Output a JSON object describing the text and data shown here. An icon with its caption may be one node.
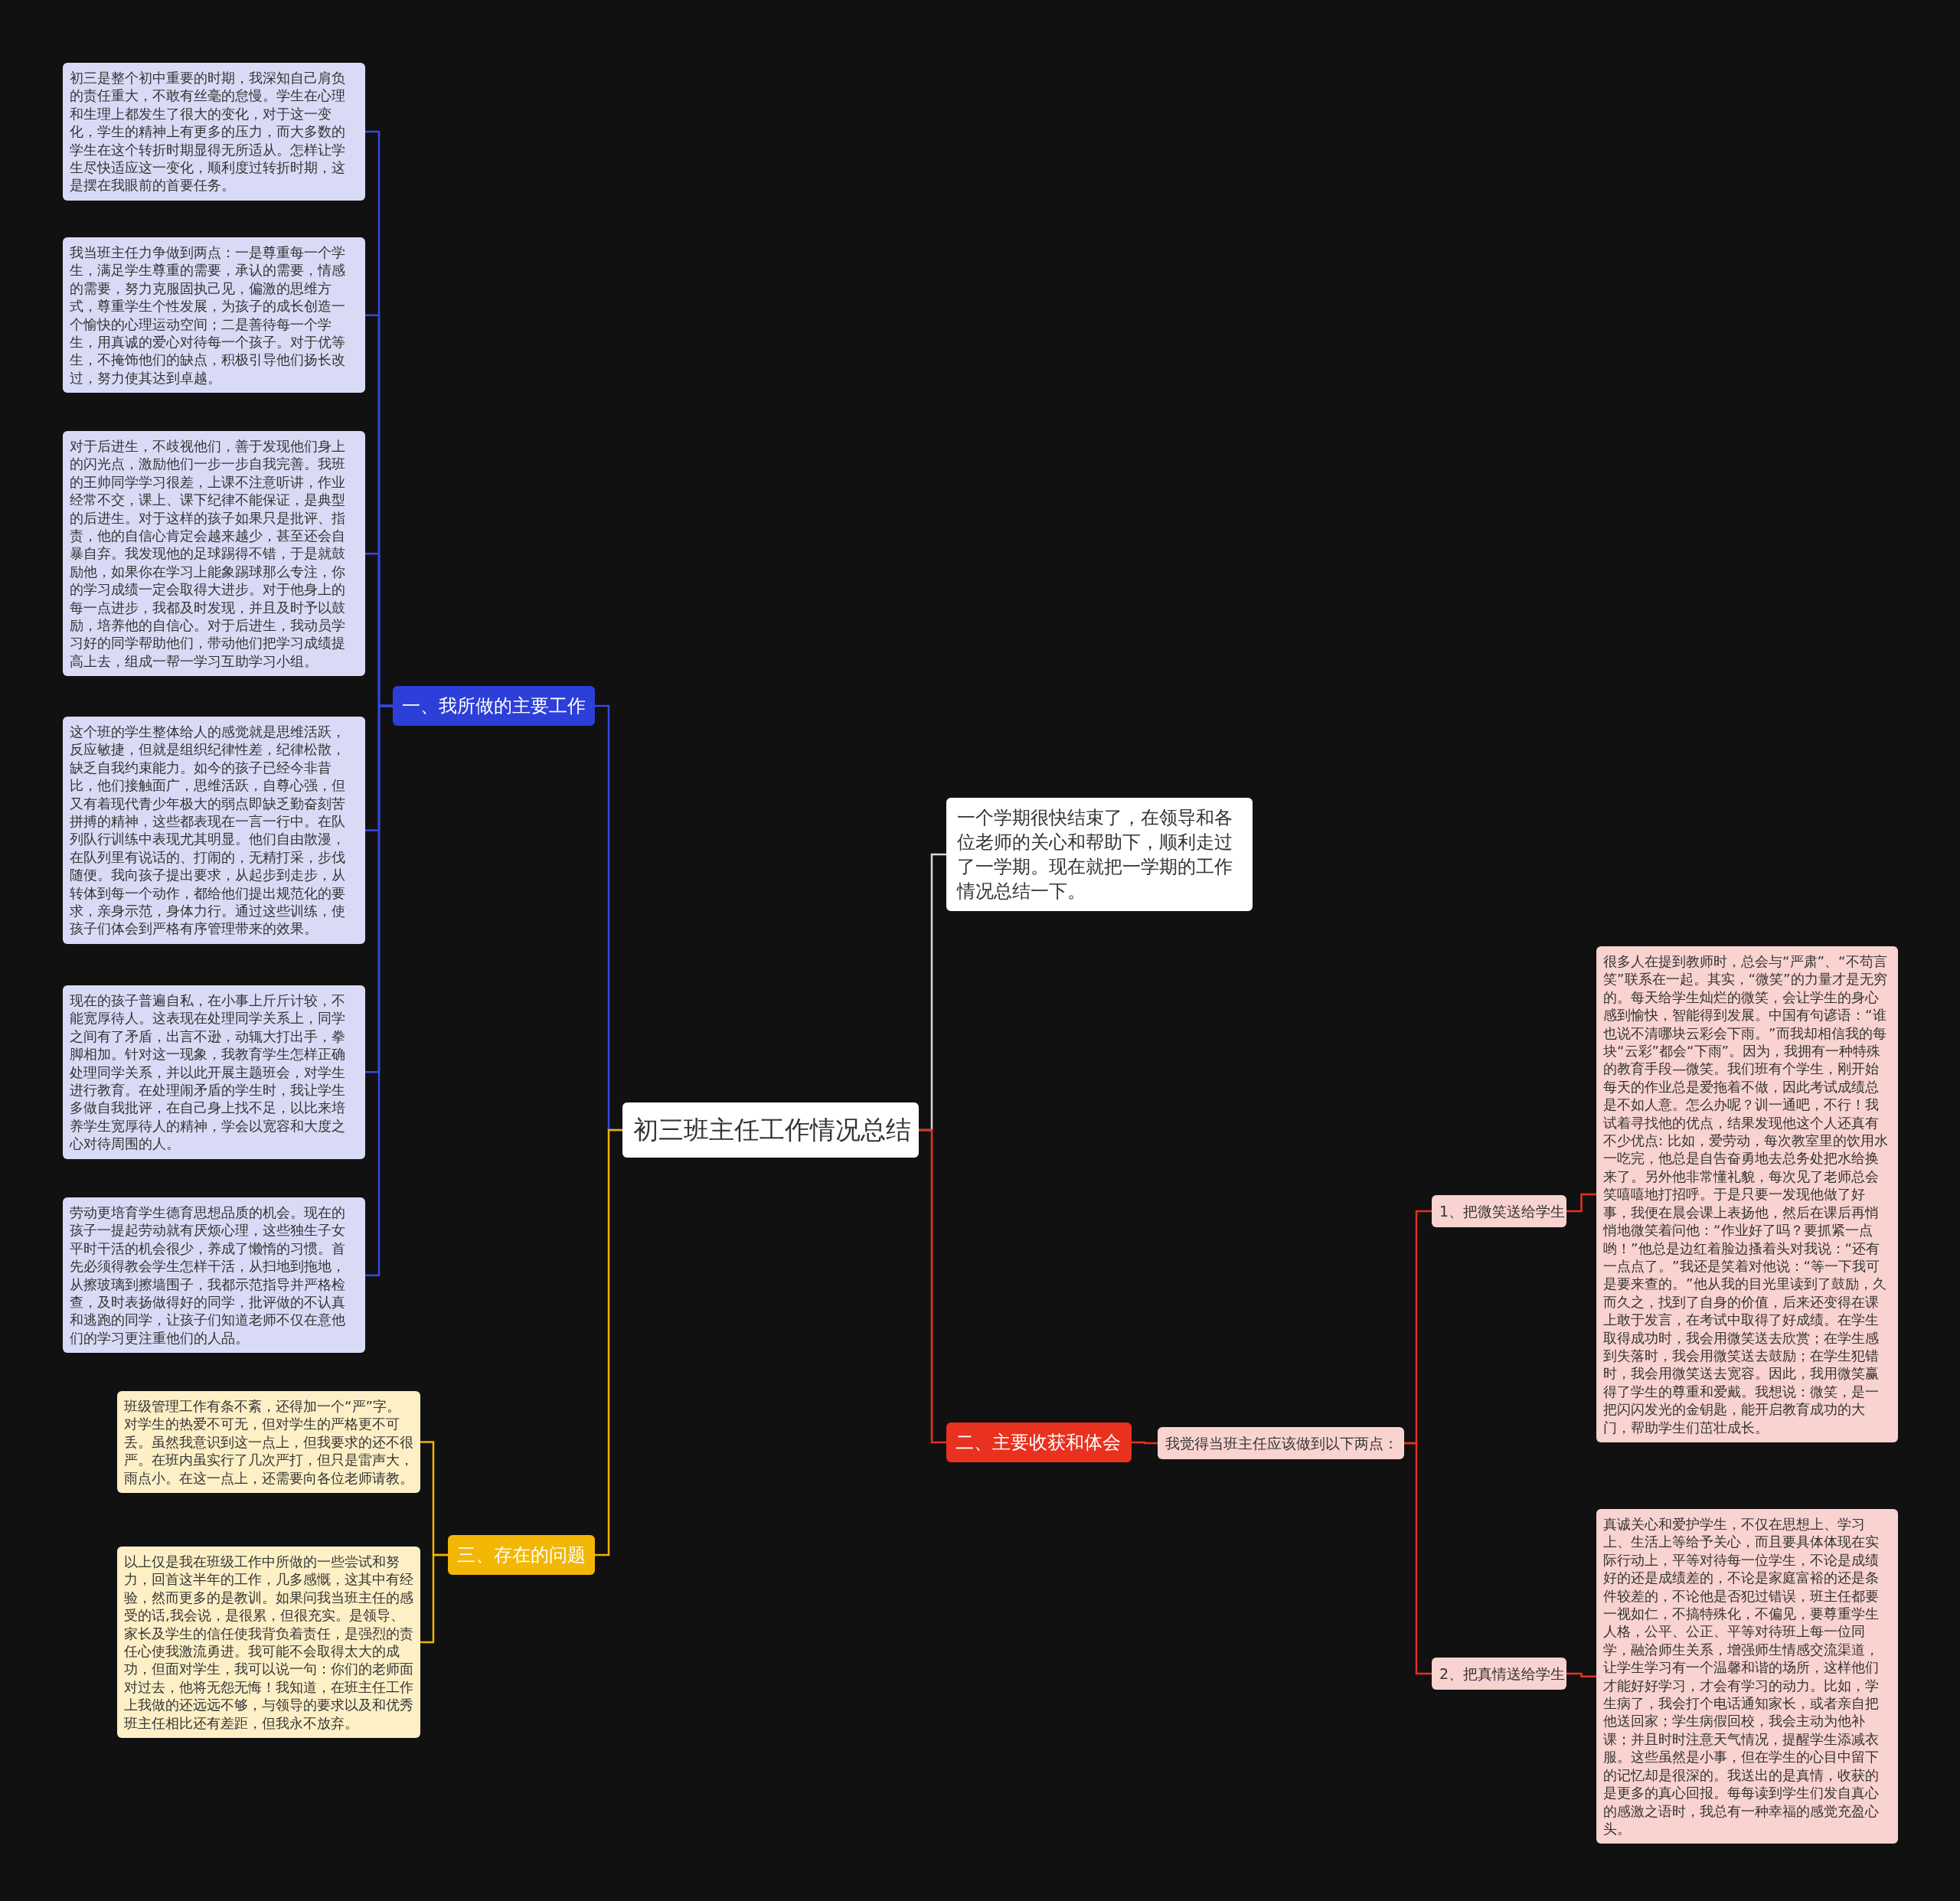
{
  "diagram": {
    "nodes": [
      {
        "text": [
          "初三班主任工作情况总结"
        ]
      },
      {
        "text": [
          "一个学期很快结束了，在领导和各位老师的关心和帮助下，顺利走过了一学期。现在就把一学期的工作情况总结一下。"
        ]
      },
      {
        "text": [
          "一、我所做的主要工作"
        ]
      },
      {
        "text": [
          "初三是整个初中重要的时期，我深知自己肩负的责任重大，不敢有丝毫的怠慢。学生在心理和生理上都发生了很大的变化，对于这一变化，学生的精神上有更多的压力，而大多数的学生在这个转折时期显得无所适从。怎样让学生尽快适应这一变化，顺利度过转折时期，这是摆在我眼前的首要任务。"
        ]
      },
      {
        "text": [
          "我当班主任力争做到两点：一是尊重每一个学生，满足学生尊重的需要，承认的需要，情感的需要，努力克服固执己见，偏激的思维方式，尊重学生个性发展，为孩子的成长创造一个愉快的心理运动空间；二是善待每一个学生，用真诚的爱心对待每一个孩子。对于优等生，不掩饰他们的缺点，积极引导他们扬长改过，努力使其达到卓越。"
        ]
      },
      {
        "text": [
          "对于后进生，不歧视他们，善于发现他们身上的闪光点，激励他们一步一步自我完善。我班的王帅同学学习很差，上课不注意听讲，作业经常不交，课上、课下纪律不能保证，是典型的后进生。对于这样的孩子如果只是批评、指责，他的自信心肯定会越来越少，甚至还会自暴自弃。我发现他的足球踢得不错，于是就鼓励他，如果你在学习上能象踢球那么专注，你的学习成绩一定会取得大进步。对于他身上的每一点进步，我都及时发现，并且及时予以鼓励，培养他的自信心。对于后进生，我动员学习好的同学帮助他们，带动他们把学习成绩提高上去，组成一帮一学习互助学习小组。"
        ]
      },
      {
        "text": [
          "这个班的学生整体给人的感觉就是思维活跃，反应敏捷，但就是组织纪律性差，纪律松散，缺乏自我约束能力。如今的孩子已经今非昔比，他们接触面广，思维活跃，自尊心强，但又有着现代青少年极大的弱点即缺乏勤奋刻苦拼搏的精神，这些都表现在一言一行中。在队列队行训练中表现尤其明显。他们自由散漫，在队列里有说话的、打闹的，无精打采，步伐随便。我向孩子提出要求，从起步到走步，从转体到每一个动作，都给他们提出规范化的要求，亲身示范，身体力行。通过这些训练，使孩子们体会到严格有序管理带来的效果。"
        ]
      },
      {
        "text": [
          "现在的孩子普遍自私，在小事上斤斤计较，不能宽厚待人。这表现在处理同学关系上，同学之间有了矛盾，出言不逊，动辄大打出手，拳脚相加。针对这一现象，我教育学生怎样正确处理同学关系，并以此开展主题班会，对学生进行教育。在处理闹矛盾的学生时，我让学生多做自我批评，在自己身上找不足，以比来培养学生宽厚待人的精神，学会以宽容和大度之心对待周围的人。"
        ]
      },
      {
        "text": [
          "劳动更培育学生德育思想品质的机会。现在的孩子一提起劳动就有厌烦心理，这些独生子女平时干活的机会很少，养成了懒惰的习惯。首先必须得教会学生怎样干活，从扫地到拖地，从擦玻璃到擦墙围子，我都示范指导并严格检查，及时表扬做得好的同学，批评做的不认真和逃跑的同学，让孩子们知道老师不仅在意他们的学习更注重他们的人品。"
        ]
      },
      {
        "text": [
          "二、主要收获和体会"
        ]
      },
      {
        "text": [
          "我觉得当班主任应该做到以下两点："
        ]
      },
      {
        "text": [
          "1、把微笑送给学生"
        ]
      },
      {
        "text": [
          "很多人在提到教师时，总会与“严肃”、“不苟言笑”联系在一起。其实，“微笑”的力量才是无穷的。每天给学生灿烂的微笑，会让学生的身心感到愉快，智能得到发展。中国有句谚语：“谁也说不清哪块云彩会下雨。”而我却相信我的每块“云彩”都会“下雨”。因为，我拥有一种特殊的教育手段—微笑。我们班有个学生，刚开始每天的作业总是爱拖着不做，因此考试成绩总是不如人意。怎么办呢？训一通吧，不行！我试着寻找他的优点，结果发现他这个人还真有不少优点: 比如，爱劳动，每次教室里的饮用水一吃完，他总是自告奋勇地去总务处把水给换来了。另外他非常懂礼貌，每次见了老师总会笑嘻嘻地打招呼。于是只要一发现他做了好事，我便在晨会课上表扬他，然后在课后再悄悄地微笑着问他：“作业好了吗？要抓紧一点哟！”他总是边红着脸边搔着头对我说：“还有一点点了。”我还是笑着对他说：“等一下我可是要来查的。”他从我的目光里读到了鼓励，久而久之，找到了自身的价值，后来还变得在课上敢于发言，在考试中取得了好成绩。在学生取得成功时，我会用微笑送去欣赏；在学生感到失落时，我会用微笑送去鼓励；在学生犯错时，我会用微笑送去宽容。因此，我用微笑赢得了学生的尊重和爱戴。我想说：微笑，是一把闪闪发光的金钥匙，能开启教育成功的大门，帮助学生们茁壮成长。"
        ]
      },
      {
        "text": [
          "2、把真情送给学生"
        ]
      },
      {
        "text": [
          "真诚关心和爱护学生，不仅在思想上、学习上、生活上等给予关心，而且要具体体现在实际行动上，平等对待每一位学生，不论是成绩好的还是成绩差的，不论是家庭富裕的还是条件较差的，不论他是否犯过错误，班主任都要一视如仁，不搞特殊化，不偏见，要尊重学生人格，公平、公正、平等对待班上每一位同学，融洽师生关系，增强师生情感交流渠道，让学生学习有一个温馨和谐的场所，这样他们才能好好学习，才会有学习的动力。比如，学生病了，我会打个电话通知家长，或者亲自把他送回家；学生病假回校，我会主动为他补课；并且时时注意天气情况，提醒学生添减衣服。这些虽然是小事，但在学生的心目中留下的记忆却是很深的。我送出的是真情，收获的是更多的真心回报。每每读到学生们发自真心的感激之语时，我总有一种幸福的感觉充盈心头。"
        ]
      },
      {
        "text": [
          "三、存在的问题"
        ]
      },
      {
        "text": [
          "班级管理工作有条不紊，还得加一个“严”字。对学生的热爱不可无，但对学生的严格更不可丢。虽然我意识到这一点上，但我要求的还不很严。在班内虽实行了几次严打，但只是雷声大，雨点小。在这一点上，还需要向各位老师请教。"
        ]
      },
      {
        "text": [
          "以上仅是我在班级工作中所做的一些尝试和努力，回首这半年的工作，几多感慨，这其中有经验，然而更多的是教训。如果问我当班主任的感受的话,我会说，是很累，但很充实。是领导、家长及学生的信任使我背负着责任，是强烈的责任心使我激流勇进。我可能不会取得太大的成功，但面对学生，我可以说一句：你们的老师面对过去，他将无怨无悔！我知道，在班主任工作上我做的还远远不够，与领导的要求以及和优秀班主任相比还有差距，但我永不放弃。"
        ]
      }
    ],
    "edges": [
      {
        "from": 0,
        "to": 1,
        "arrow": "none",
        "color": "#d8d8d8"
      },
      {
        "from": 0,
        "to": 2,
        "arrow": "none"
      },
      {
        "from": 2,
        "to": 3,
        "arrow": "none"
      },
      {
        "from": 2,
        "to": 4,
        "arrow": "none"
      },
      {
        "from": 2,
        "to": 5,
        "arrow": "none"
      },
      {
        "from": 2,
        "to": 6,
        "arrow": "none"
      },
      {
        "from": 2,
        "to": 7,
        "arrow": "none"
      },
      {
        "from": 2,
        "to": 8,
        "arrow": "none"
      },
      {
        "from": 0,
        "to": 9,
        "arrow": "none",
        "color": "#e8311f"
      },
      {
        "from": 9,
        "to": 10,
        "arrow": "none",
        "color": "#e8311f"
      },
      {
        "from": 10,
        "to": 11,
        "arrow": "none",
        "color": "#e8311f"
      },
      {
        "from": 11,
        "to": 12,
        "arrow": "none",
        "color": "#e8311f"
      },
      {
        "from": 10,
        "to": 13,
        "arrow": "none",
        "color": "#e8311f"
      },
      {
        "from": 13,
        "to": 14,
        "arrow": "none",
        "color": "#e8311f"
      },
      {
        "from": 0,
        "to": 15,
        "arrow": "none",
        "color": "#f0b400"
      },
      {
        "from": 15,
        "to": 16,
        "arrow": "none",
        "color": "#f0b400"
      },
      {
        "from": 15,
        "to": 17,
        "arrow": "none",
        "color": "#f0b400"
      }
    ]
  }
}
